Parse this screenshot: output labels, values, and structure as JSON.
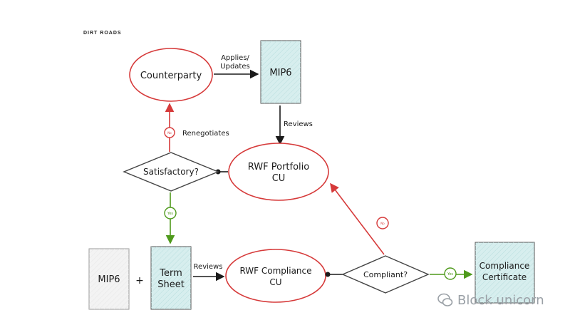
{
  "header": {
    "brand": "DIRT ROADS"
  },
  "nodes": {
    "counterparty": "Counterparty",
    "mip6_top": "MIP6",
    "rwf_portfolio_line1": "RWF Portfolio",
    "rwf_portfolio_line2": "CU",
    "satisfactory": "Satisfactory?",
    "mip6_bottom": "MIP6",
    "plus": "+",
    "term_sheet_line1": "Term",
    "term_sheet_line2": "Sheet",
    "rwf_compliance_line1": "RWF Compliance",
    "rwf_compliance_line2": "CU",
    "compliant": "Compliant?",
    "certificate_line1": "Compliance",
    "certificate_line2": "Certificate"
  },
  "edges": {
    "applies_line1": "Applies/",
    "applies_line2": "Updates",
    "reviews_top": "Reviews",
    "renegotiates": "Renegotiates",
    "reviews_bottom": "Reviews",
    "no_badge": "No",
    "yes_badge": "Yes"
  },
  "watermark": {
    "text": "Block unicorn"
  },
  "colors": {
    "red": "#d63a3a",
    "green": "#4f9a1c",
    "box_fill": "#d7eeee",
    "ink": "#1a1a1a"
  }
}
